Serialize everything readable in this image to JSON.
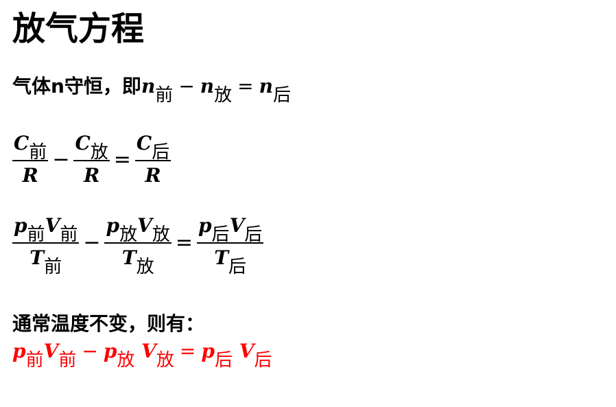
{
  "title": "放气方程",
  "line1": {
    "prefix": "气体n守恒，即",
    "var": "n",
    "sub_before": "前",
    "sub_release": "放",
    "sub_after": "后",
    "minus": "−",
    "equals": "="
  },
  "eq_c": {
    "c": "C",
    "r": "R",
    "sub_before": "前",
    "sub_release": "放",
    "sub_after": "后",
    "minus": "−",
    "equals": "="
  },
  "eq_pvt": {
    "p": "p",
    "v": "V",
    "t": "T",
    "sub_before": "前",
    "sub_release": "放",
    "sub_after": "后",
    "minus": "−",
    "equals": "="
  },
  "note": "通常温度不变，则有：",
  "eq_pv": {
    "p": "p",
    "v": "V",
    "sub_before": "前",
    "sub_release": "放",
    "sub_after": "后",
    "minus": "−",
    "equals": "=",
    "color": "#ff0000"
  }
}
